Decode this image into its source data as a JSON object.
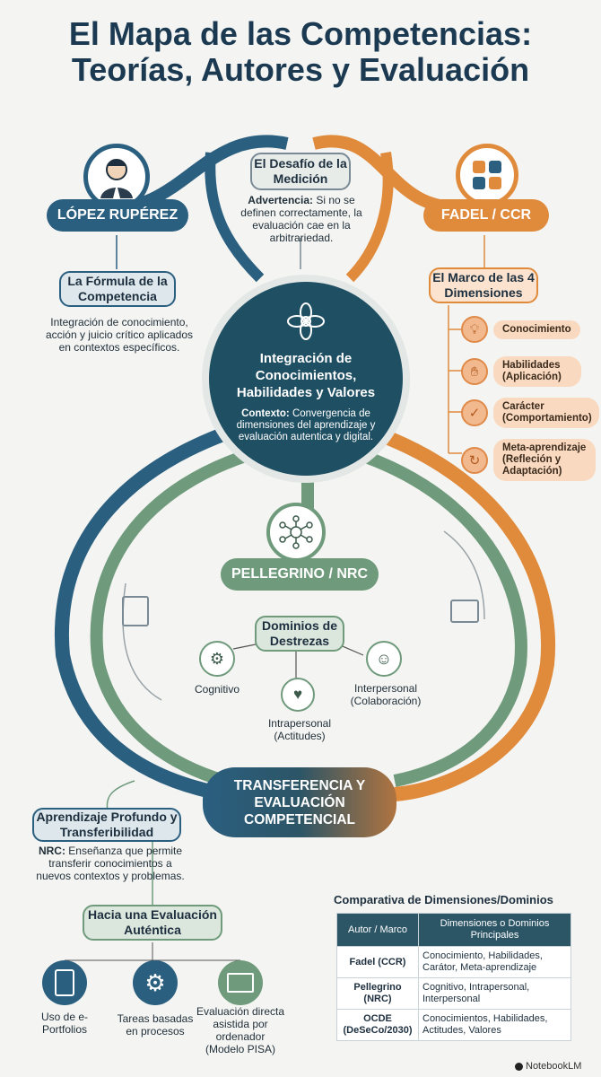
{
  "title_line1": "El Mapa de las Competencias:",
  "title_line2": "Teorías, Autores y Evaluación",
  "lopez": {
    "name": "LÓPEZ RUPÉREZ",
    "box_title": "La Fórmula de la Competencia",
    "text": "Integración de conocimiento, acción y juicio crítico aplicados en contextos específicos."
  },
  "desafio": {
    "title": "El Desafío de la Medición",
    "warning_label": "Advertencia:",
    "warning_text": " Si no se definen correctamente, la evaluación cae en la arbitrariedad."
  },
  "fadel": {
    "name": "FADEL / CCR",
    "box_title": "El Marco de las 4 Dimensiones",
    "dimensions": [
      {
        "label": "Conocimiento",
        "icon": "bulb-icon"
      },
      {
        "label": "Habilidades (Aplicación)",
        "icon": "hand-icon"
      },
      {
        "label": "Carácter (Comportamiento)",
        "icon": "shield-icon"
      },
      {
        "label": "Meta-aprendizaje (Refleción y Adaptación)",
        "icon": "head-cycle-icon"
      }
    ]
  },
  "center": {
    "title": "Integración de Conocimientos, Habilidades y Valores",
    "context_label": "Contexto:",
    "context_text": " Convergencia de dimensiones del aprendizaje y evaluación autentica y digital."
  },
  "pellegrino": {
    "name": "PELLEGRINO / NRC",
    "domains_title": "Dominios de Destrezas",
    "cognitivo": "Cognitivo",
    "interpersonal": "Interpersonal (Colaboración)",
    "intrapersonal": "Intrapersonal (Actitudes)"
  },
  "transfer": {
    "title": "TRANSFERENCIA Y EVALUACIÓN COMPETENCIAL"
  },
  "aprendizaje": {
    "title": "Aprendizaje Profundo y Transferibilidad",
    "label": "NRC:",
    "text": " Enseñanza que permite transferir conocimientos a nuevos contextos y problemas."
  },
  "autentica": {
    "title": "Hacia una Evaluación Auténtica",
    "items": [
      "Uso de e-Portfolios",
      "Tareas basadas en procesos",
      "Evaluación directa asistida por ordenador (Modelo PISA)"
    ]
  },
  "comparison": {
    "title": "Comparativa de Dimensiones/Dominios",
    "headers": [
      "Autor / Marco",
      "Dimensiones o Dominios Principales"
    ],
    "rows": [
      [
        "Fadel (CCR)",
        "Conocimiento, Habilidades, Carátor, Meta-aprendizaje"
      ],
      [
        "Pellegrino (NRC)",
        "Cognitivo, Intrapersonal, Interpersonal"
      ],
      [
        "OCDE (DeSeCo/2030)",
        "Conocimientos, Habilidades, Actitudes, Valores"
      ]
    ]
  },
  "brand": "NotebookLM",
  "colors": {
    "blue": "#2b5f80",
    "green": "#6f9a7c",
    "orange": "#e08a3c",
    "teal": "#1f4f63"
  }
}
